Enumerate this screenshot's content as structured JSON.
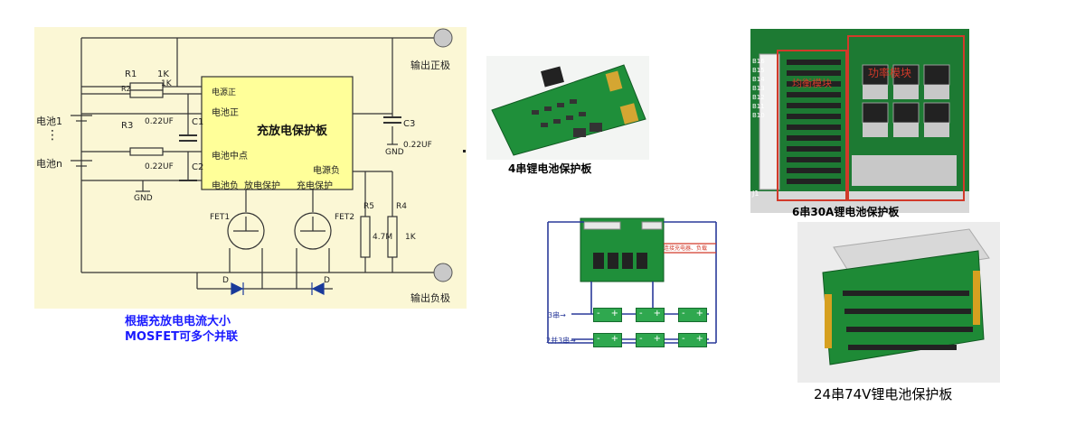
{
  "schematic": {
    "output_positive": "输出正极",
    "output_negative": "输出负极",
    "battery_1": "电池1",
    "battery_n": "电池n",
    "dots": "⋮",
    "r1": "R1",
    "r1_value": "1K",
    "r2": "R2",
    "r2_value": "1K",
    "r3": "R3",
    "c1": "C1",
    "c1_value": "0.22UF",
    "c2": "C2",
    "c2_value": "0.22UF",
    "c3": "C3",
    "c3_value": "0.22UF",
    "gnd_left": "GND",
    "gnd_right": "GND",
    "ic_pin_vcc": "电源正",
    "ic_pin_bat_pos": "电池正",
    "ic_pin_bat_mid": "电池中点",
    "ic_pin_bat_neg": "电池负",
    "ic_pin_discharge": "放电保护",
    "ic_pin_charge": "充电保护",
    "ic_pin_power_neg": "电源负",
    "ic_title": "充放电保护板",
    "fet1": "FET1",
    "fet2": "FET2",
    "r5": "R5",
    "r5_value": "4.7M",
    "r4": "R4",
    "r4_value": "1K",
    "diode_1": "D",
    "diode_2": "D"
  },
  "note": {
    "line1": "根据充放电电流大小",
    "line2": "MOSFET可多个并联"
  },
  "captions": {
    "board_4s": "4串锂电池保护板",
    "board_6s": "6串30A锂电池保护板",
    "board_24s": "24串74V锂电池保护板"
  },
  "photo_6s": {
    "left_label": "均衡模块",
    "right_label": "功率模块",
    "pin_labels": [
      "B16",
      "B15",
      "B14",
      "B13",
      "B12",
      "B11",
      "B10"
    ],
    "corner_label": "J1"
  },
  "wiring": {
    "label_3s": "3串→",
    "label_2p3s": "2并3串→",
    "load_note": "连接充电器、负载",
    "cell_minus": "-",
    "cell_plus": "+"
  },
  "colors": {
    "schematic_bg": "#fbf7d5",
    "ic_fill": "#ffff99",
    "wire": "#333333",
    "note_blue": "#1a1aff",
    "pcb_green": "#1f8f3a",
    "cell_green": "#2fa84f",
    "annot_red": "#d23a2a"
  }
}
